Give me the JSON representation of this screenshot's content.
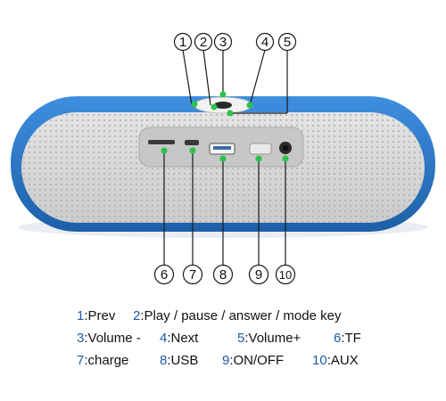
{
  "callouts": [
    {
      "num": "1"
    },
    {
      "num": "2"
    },
    {
      "num": "3"
    },
    {
      "num": "4"
    },
    {
      "num": "5"
    },
    {
      "num": "6"
    },
    {
      "num": "7"
    },
    {
      "num": "8"
    },
    {
      "num": "9"
    },
    {
      "num": "10"
    }
  ],
  "legend": [
    [
      {
        "num": "1",
        "label": ":Prev"
      },
      {
        "num": "2",
        "label": ":Play / pause / answer / mode key"
      }
    ],
    [
      {
        "num": "3",
        "label": ":Volume -"
      },
      {
        "num": "4",
        "label": ":Next"
      },
      {
        "num": "5",
        "label": ":Volume+"
      },
      {
        "num": "6",
        "label": ":TF"
      }
    ],
    [
      {
        "num": "7",
        "label": ":charge"
      },
      {
        "num": "8",
        "label": ":USB"
      },
      {
        "num": "9",
        "label": ":ON/OFF"
      },
      {
        "num": "10",
        "label": ":AUX"
      }
    ]
  ],
  "colors": {
    "speaker_shell": "#2f7fd0",
    "speaker_shell_dark": "#1d5fa8",
    "grille": "#d6d6d6",
    "port_panel": "#c9c9c9",
    "marker": "#29c34a",
    "number_accent": "#1f5aa6"
  }
}
